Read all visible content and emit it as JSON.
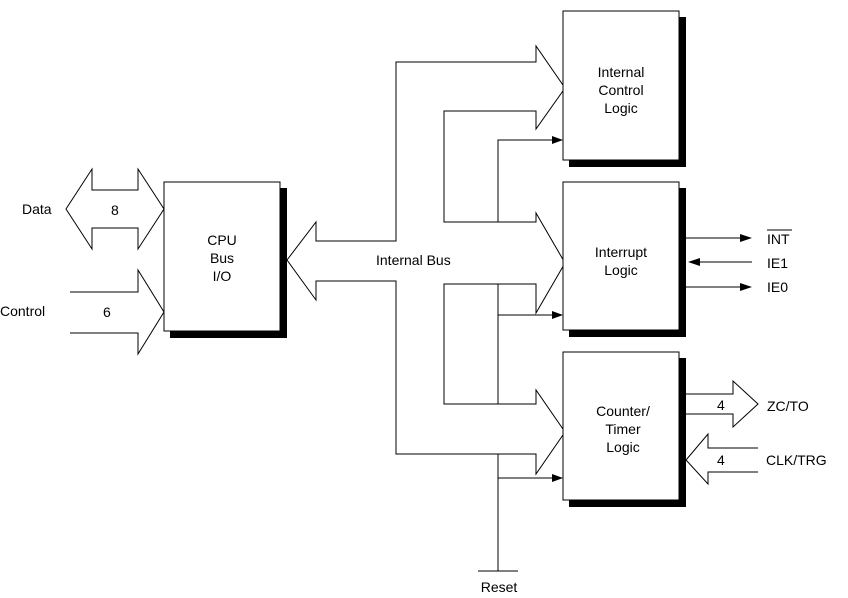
{
  "blocks": {
    "cpu": {
      "lines": [
        "CPU",
        "Bus",
        "I/O"
      ]
    },
    "control": {
      "lines": [
        "Internal",
        "Control",
        "Logic"
      ]
    },
    "interrupt": {
      "lines": [
        "Interrupt",
        "Logic"
      ]
    },
    "counter": {
      "lines": [
        "Counter/",
        "Timer",
        "Logic"
      ]
    }
  },
  "left": {
    "data_label": "Data",
    "data_width": "8",
    "control_label": "Control",
    "control_width": "6"
  },
  "internal_bus_label": "Internal Bus",
  "interrupt_signals": {
    "int": "INT",
    "ie1": "IE1",
    "ie0": "IE0"
  },
  "counter_signals": {
    "zcto_label": "ZC/TO",
    "zcto_width": "4",
    "clktrg_label": "CLK/TRG",
    "clktrg_width": "4"
  },
  "reset_label": "Reset"
}
